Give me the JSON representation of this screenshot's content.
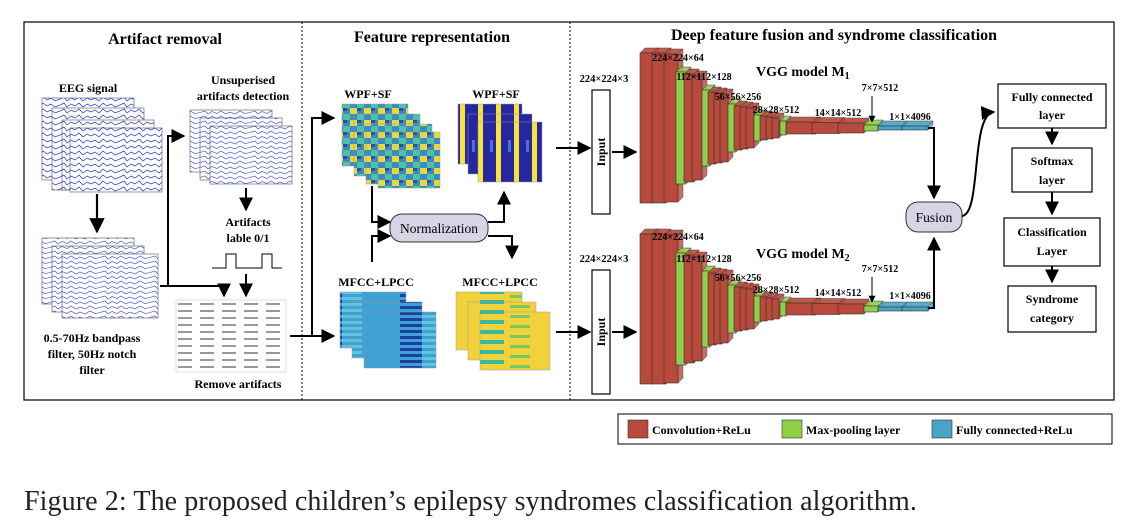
{
  "sections": {
    "artifact_removal": "Artifact removal",
    "feature_representation": "Feature representation",
    "deep_fusion": "Deep feature fusion and syndrome classification"
  },
  "artifact": {
    "eeg_signal": "EEG signal",
    "unsup_line1": "Unsuperised",
    "unsup_line2": "artifacts detection",
    "artifacts_label_line1": "Artifacts",
    "artifacts_label_line2": "lable 0/1",
    "bandpass_line1": "0.5-70Hz bandpass",
    "bandpass_line2": "filter,  50Hz notch",
    "bandpass_line3": "filter",
    "remove_artifacts": "Remove artifacts"
  },
  "features": {
    "wpf_sf_left": "WPF+SF",
    "wpf_sf_right": "WPF+SF",
    "normalization": "Normalization",
    "mfcc_lpcc_left": "MFCC+LPCC",
    "mfcc_lpcc_right": "MFCC+LPCC"
  },
  "vgg_top": {
    "model_prefix": "VGG model M",
    "model_sub": "1",
    "input_size": "224×224×3",
    "input_label": "Input",
    "dim1": "224×224×64",
    "dim2": "112×112×128",
    "dim3": "56×56×256",
    "dim4": "28×28×512",
    "dim5": "14×14×512",
    "dim6": "7×7×512",
    "dim7": "1×1×4096"
  },
  "vgg_bottom": {
    "model_prefix": "VGG model M",
    "model_sub": "2",
    "input_size": "224×224×3",
    "input_label": "Input",
    "dim1": "224×224×64",
    "dim2": "112×112×128",
    "dim3": "56×56×256",
    "dim4": "28×28×512",
    "dim5": "14×14×512",
    "dim6": "7×7×512",
    "dim7": "1×1×4096"
  },
  "classifier": {
    "fusion": "Fusion",
    "fc_line1": "Fully connected",
    "fc_line2": "layer",
    "softmax_line1": "Softmax",
    "softmax_line2": "layer",
    "class_line1": "Classification",
    "class_line2": "Layer",
    "syndrome_line1": "Syndrome",
    "syndrome_line2": "category"
  },
  "legend": {
    "conv": "Convolution+ReLu",
    "pool": "Max-pooling layer",
    "fc": "Fully connected+ReLu"
  },
  "colors": {
    "conv": "#b84a3c",
    "pool": "#8fcf4a",
    "fc": "#4aa3c4",
    "node_fill": "#d9d3e6"
  },
  "caption": "Figure 2: The proposed children’s epilepsy syndromes classification algorithm."
}
